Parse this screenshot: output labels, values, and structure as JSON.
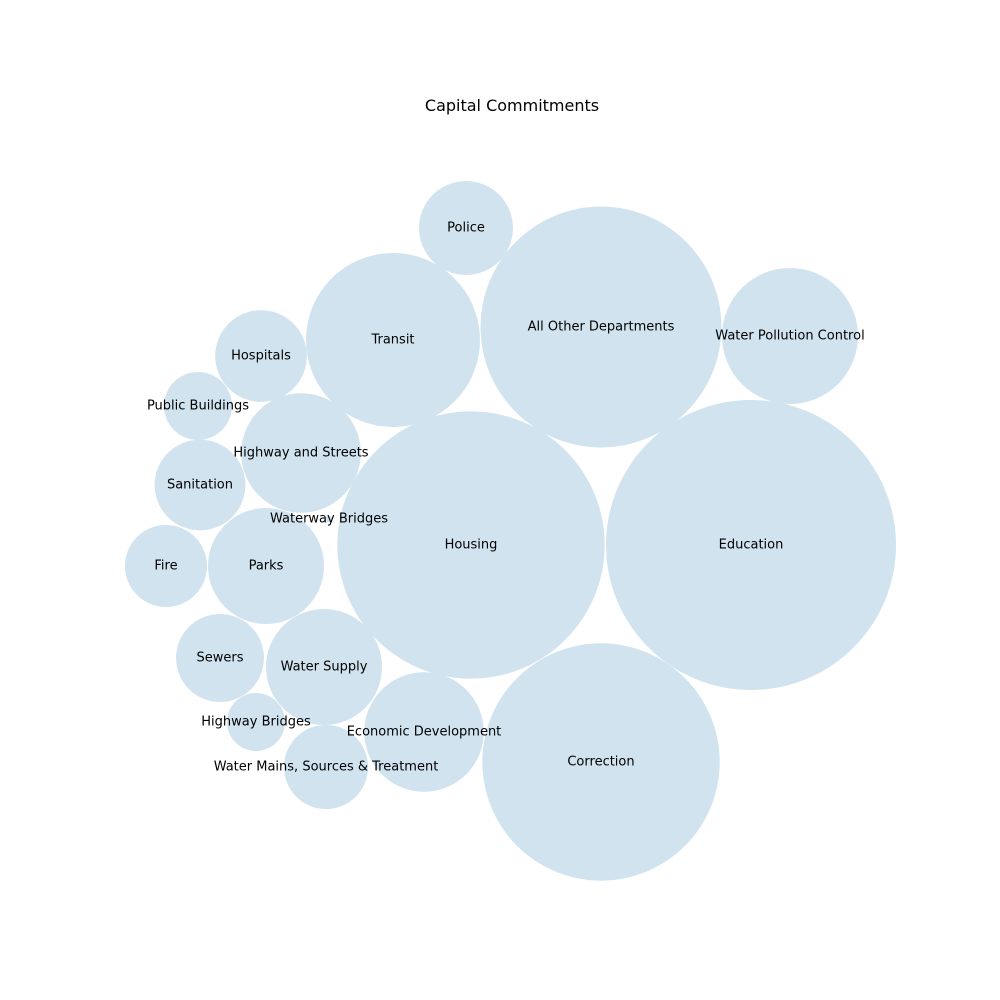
{
  "chart_data": {
    "type": "bubble",
    "title": "Capital Commitments",
    "color": "#d1e3ef",
    "series": [
      {
        "label": "Education",
        "value": 100
      },
      {
        "label": "Housing",
        "value": 85
      },
      {
        "label": "All Other Departments",
        "value": 69
      },
      {
        "label": "Correction",
        "value": 67
      },
      {
        "label": "Transit",
        "value": 36
      },
      {
        "label": "Water Pollution Control",
        "value": 22
      },
      {
        "label": "Parks",
        "value": 16
      },
      {
        "label": "Water Supply",
        "value": 16
      },
      {
        "label": "Economic Development",
        "value": 17
      },
      {
        "label": "Highway and Streets",
        "value": 17
      },
      {
        "label": "Police",
        "value": 10.5
      },
      {
        "label": "Hospitals",
        "value": 10
      },
      {
        "label": "Sanitation",
        "value": 9.8
      },
      {
        "label": "Sewers",
        "value": 9.2
      },
      {
        "label": "Water Mains, Sources & Treatment",
        "value": 8.4
      },
      {
        "label": "Fire",
        "value": 8
      },
      {
        "label": "Public Buildings",
        "value": 5.5
      },
      {
        "label": "Highway Bridges",
        "value": 4
      },
      {
        "label": "Waterway Bridges",
        "value": 0.05
      }
    ]
  }
}
